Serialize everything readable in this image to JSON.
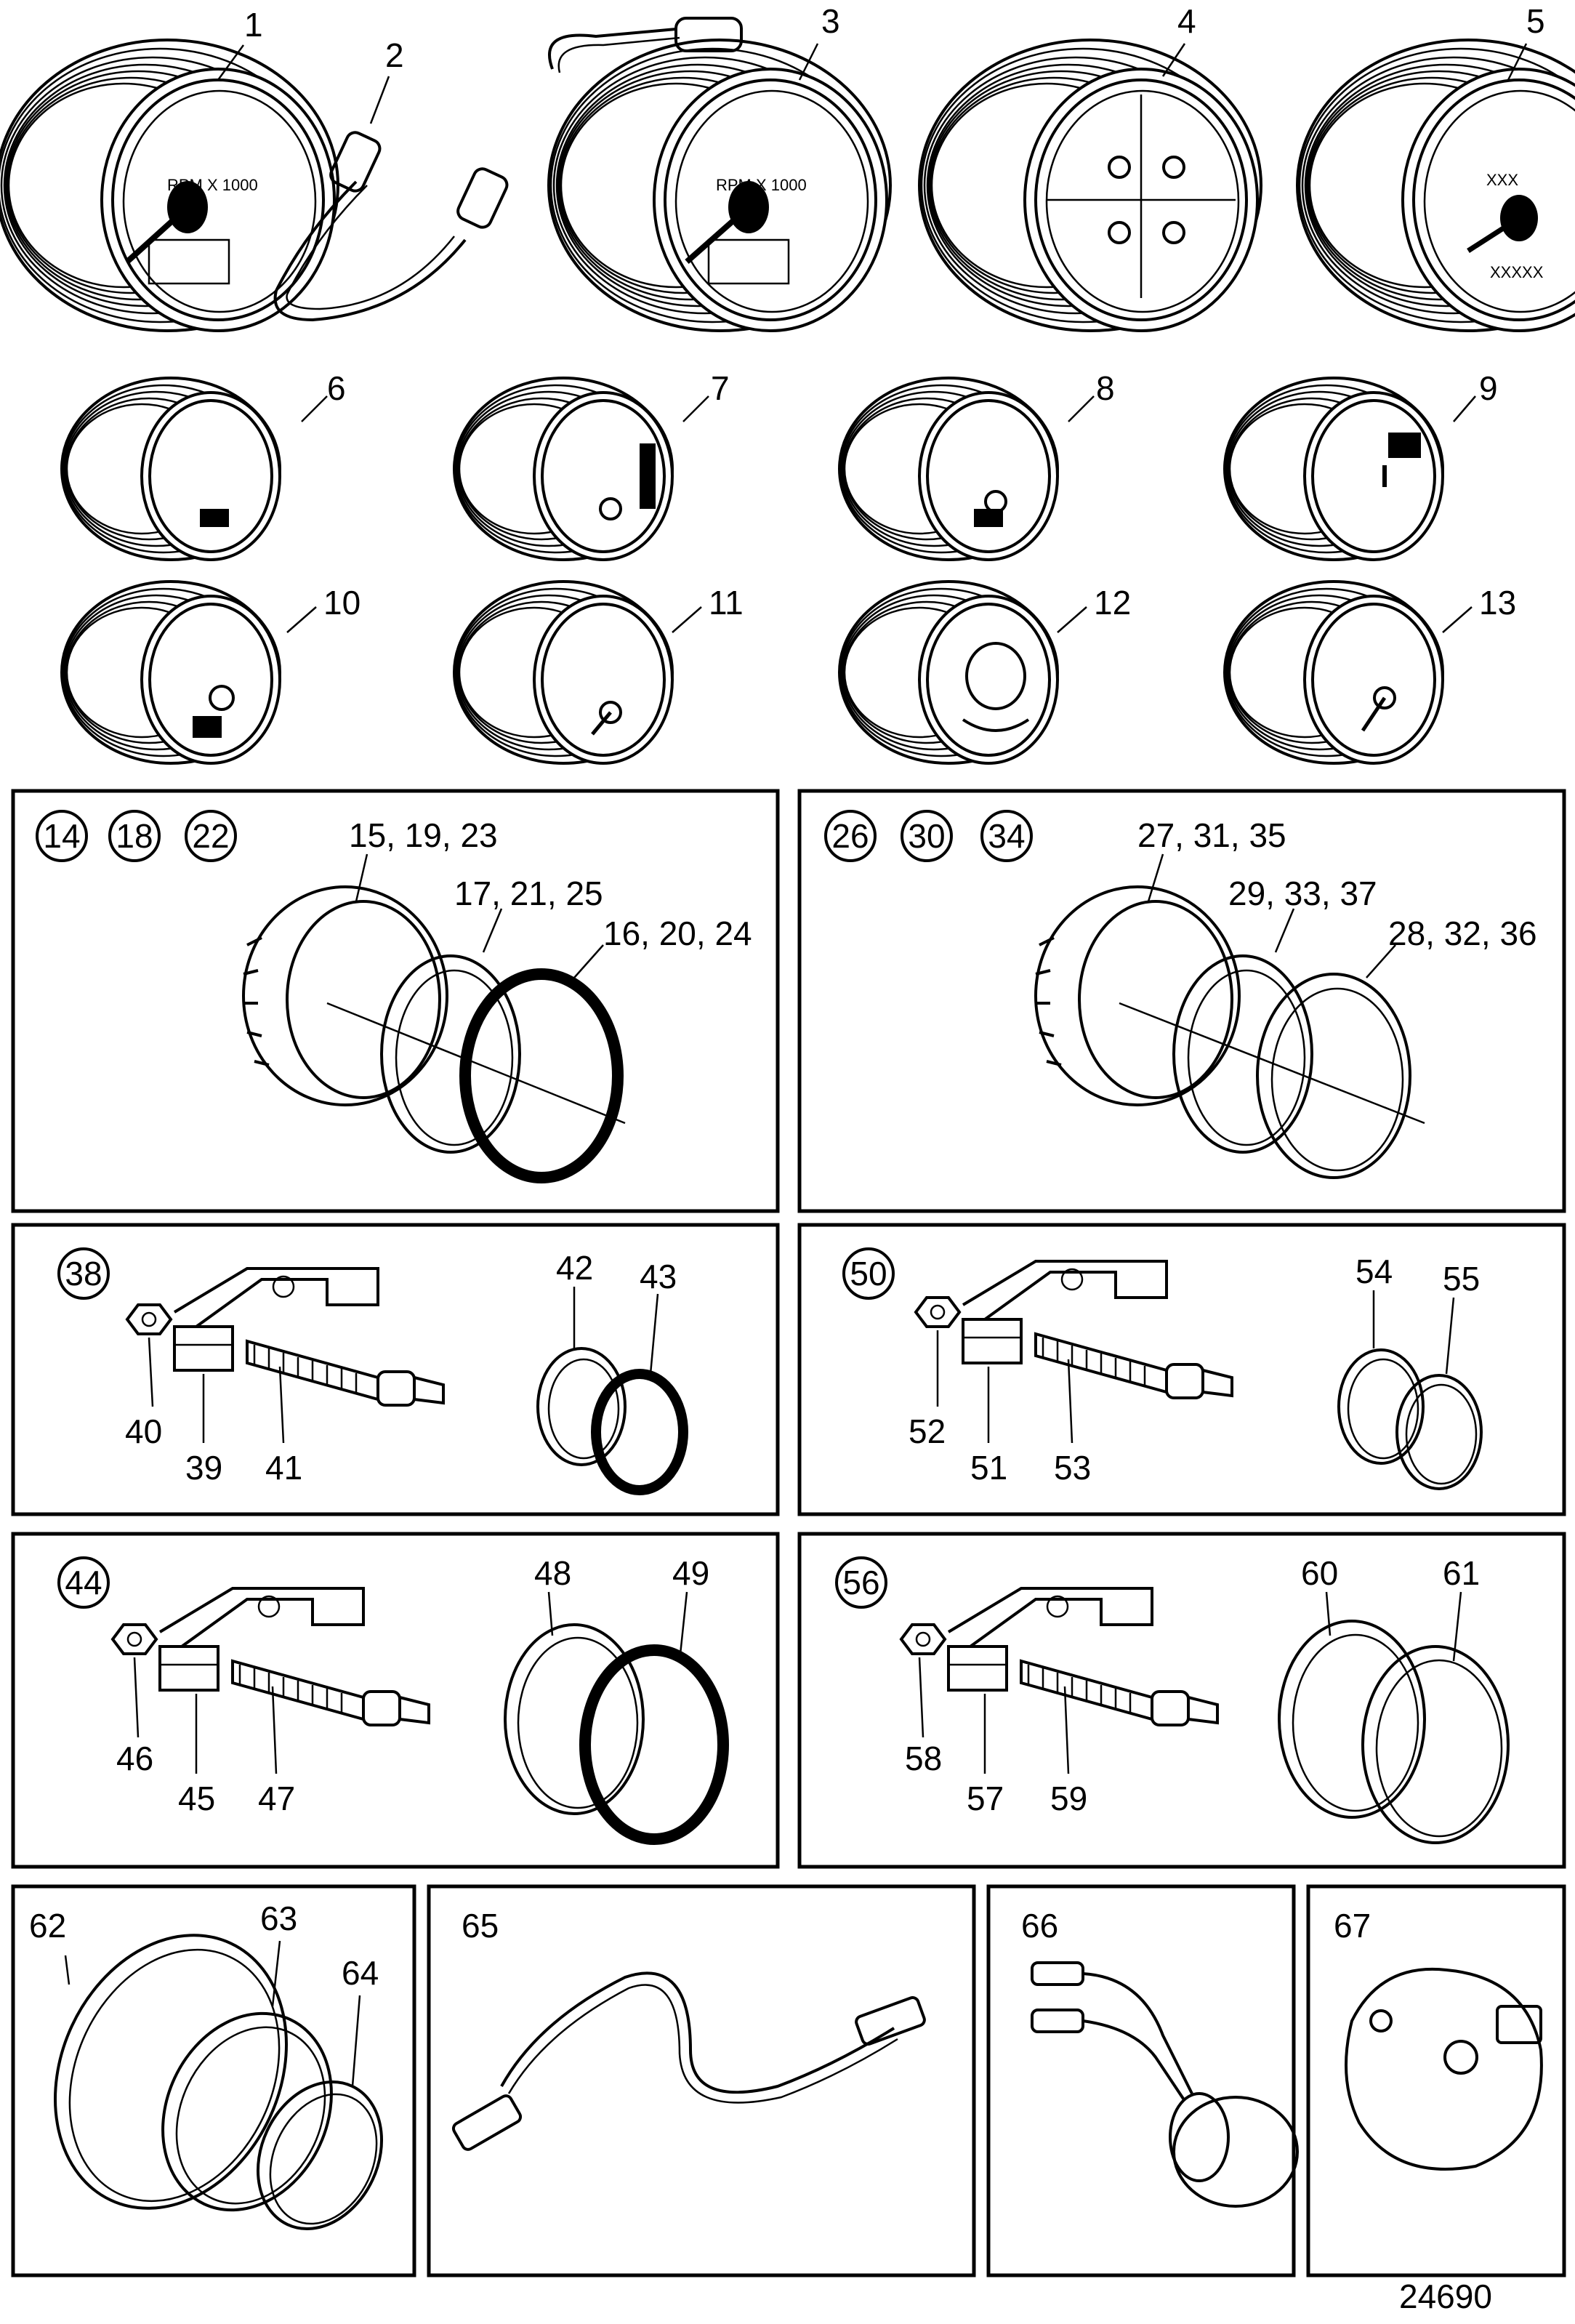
{
  "figure_number": "24690",
  "gauge_callouts": [
    "1",
    "2",
    "3",
    "4",
    "5",
    "6",
    "7",
    "8",
    "9",
    "10",
    "11",
    "12",
    "13"
  ],
  "dial_text": {
    "rpm": "RPM X 1000",
    "odo": "XXXXX",
    "speed_inner": "XXX"
  },
  "panels": {
    "bezel_a": {
      "circled": [
        "14",
        "18",
        "22"
      ],
      "callouts": [
        "15, 19, 23",
        "17, 21, 25",
        "16, 20, 24"
      ]
    },
    "bezel_b": {
      "circled": [
        "26",
        "30",
        "34"
      ],
      "callouts": [
        "27, 31, 35",
        "29, 33, 37",
        "28, 32, 36"
      ]
    },
    "bracket_38": {
      "circled": "38",
      "callouts": [
        "40",
        "39",
        "41",
        "42",
        "43"
      ]
    },
    "bracket_50": {
      "circled": "50",
      "callouts": [
        "52",
        "51",
        "53",
        "54",
        "55"
      ]
    },
    "bracket_44": {
      "circled": "44",
      "callouts": [
        "46",
        "45",
        "47",
        "48",
        "49"
      ]
    },
    "bracket_56": {
      "circled": "56",
      "callouts": [
        "58",
        "57",
        "59",
        "60",
        "61"
      ]
    },
    "rings_62": {
      "callouts": [
        "62",
        "63",
        "64"
      ]
    },
    "cable_65": {
      "callout": "65"
    },
    "harness_66": {
      "callout": "66"
    },
    "sender_67": {
      "callout": "67"
    }
  }
}
